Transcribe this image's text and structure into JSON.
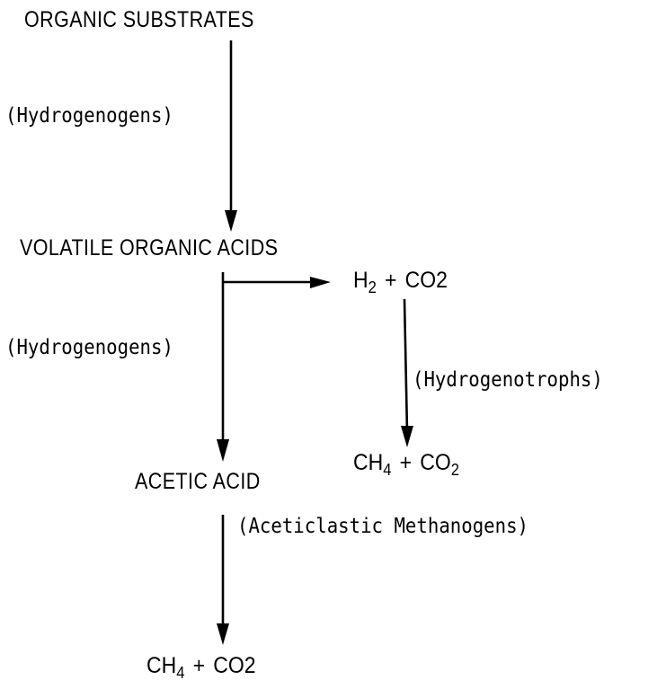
{
  "nodes": {
    "organic_substrates": "ORGANIC SUBSTRATES",
    "volatile_organic_acids": "VOLATILE ORGANIC ACIDS",
    "acetic_acid": "ACETIC ACID"
  },
  "labels": {
    "hydrogenogens_1": "(Hydrogenogens)",
    "hydrogenogens_2": "(Hydrogenogens)",
    "hydrogenotrophs": "(Hydrogenotrophs)",
    "aceticlastic_methanogens": "(Aceticlastic Methanogens)"
  },
  "formulas": {
    "h2_co2": {
      "term1_base": "H",
      "term1_sub": "2",
      "plus": "+",
      "term2_base": "CO2",
      "term2_sub": ""
    },
    "ch4_co2_right": {
      "term1_base": "CH",
      "term1_sub": "4",
      "plus": "+",
      "term2_base": "CO",
      "term2_sub": "2"
    },
    "ch4_co2_bottom": {
      "term1_base": "CH",
      "term1_sub": "4",
      "plus": "+",
      "term2_base": "CO2",
      "term2_sub": ""
    }
  }
}
